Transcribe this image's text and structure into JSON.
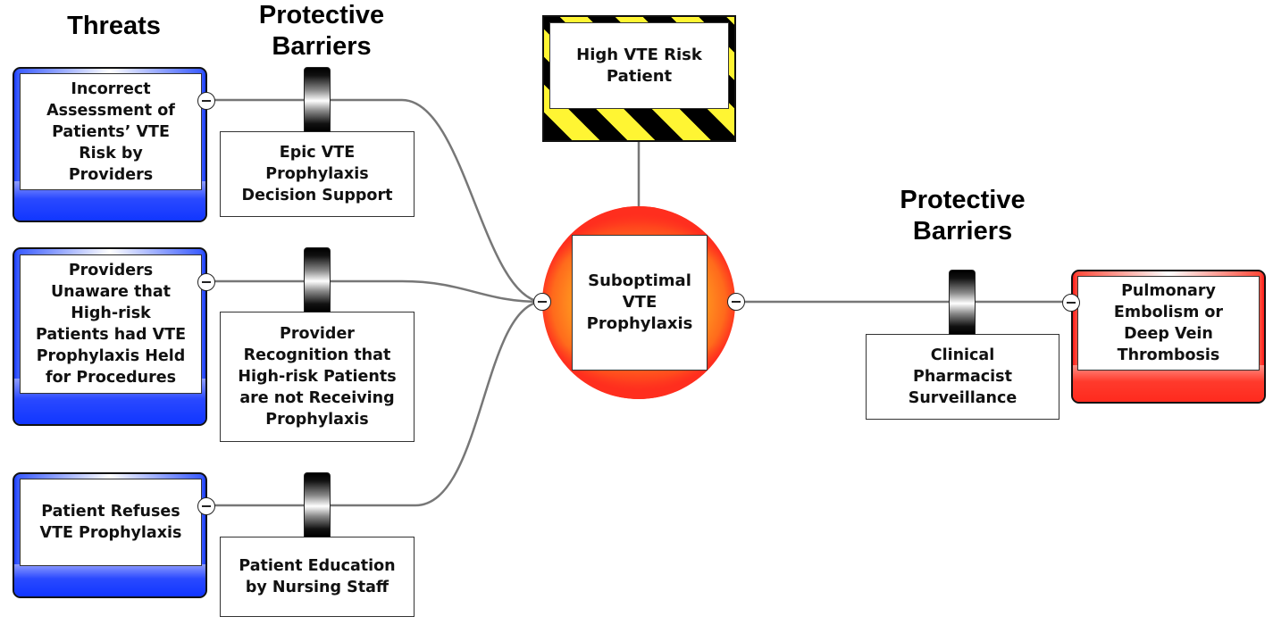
{
  "headings": {
    "threats": "Threats",
    "left_barriers": "Protective\nBarriers",
    "right_barriers": "Protective\nBarriers"
  },
  "hazard": {
    "label": "High VTE Risk\nPatient",
    "colors": {
      "stripe_dark": "#000000",
      "stripe_light": "#fff533"
    }
  },
  "top_event": {
    "label": "Suboptimal\nVTE\nProphylaxis",
    "colors": {
      "outer": "#ff2e1e",
      "inner": "#ffa020"
    }
  },
  "threats": [
    {
      "label": "Incorrect\nAssessment of\nPatients’ VTE\nRisk by\nProviders"
    },
    {
      "label": "Providers\nUnaware that\nHigh-risk\nPatients had VTE\nProphylaxis Held\nfor Procedures"
    },
    {
      "label": "Patient Refuses\nVTE Prophylaxis"
    }
  ],
  "left_barriers": [
    {
      "label": "Epic VTE\nProphylaxis\nDecision Support"
    },
    {
      "label": "Provider\nRecognition that\nHigh-risk Patients\nare not Receiving\nProphylaxis"
    },
    {
      "label": "Patient Education\nby Nursing Staff"
    }
  ],
  "right_barriers": [
    {
      "label": "Clinical\nPharmacist\nSurveillance"
    }
  ],
  "consequences": [
    {
      "label": "Pulmonary\nEmbolism or\nDeep Vein\nThrombosis"
    }
  ],
  "colors": {
    "threat_accent": "#1a3cff",
    "consequence_accent": "#ff2a1e",
    "connector": "#777777"
  }
}
